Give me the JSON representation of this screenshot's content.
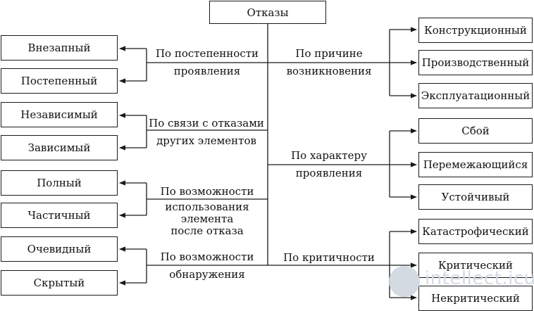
{
  "root": "Отказы",
  "left": {
    "groups": [
      {
        "label": [
          "По постепенности",
          "проявления"
        ],
        "items": [
          "Внезапный",
          "Постепенный"
        ]
      },
      {
        "label": [
          "По связи с отказами",
          "других элементов"
        ],
        "items": [
          "Независимый",
          "Зависимый"
        ]
      },
      {
        "label": [
          "По возможности",
          "использования",
          "элемента",
          "после отказа"
        ],
        "items": [
          "Полный",
          "Частичный"
        ]
      },
      {
        "label": [
          "По возможности",
          "обнаружения"
        ],
        "items": [
          "Очевидный",
          "Скрытый"
        ]
      }
    ]
  },
  "right": {
    "groups": [
      {
        "label": [
          "По причине",
          "возникновения"
        ],
        "items": [
          "Конструкционный",
          "Производственный",
          "Эксплуатационный"
        ]
      },
      {
        "label": [
          "По характеру",
          "проявления"
        ],
        "items": [
          "Сбой",
          "Перемежающийся",
          "Устойчивый"
        ]
      },
      {
        "label": [
          "По критичности"
        ],
        "items": [
          "Катастрофический",
          "Критический",
          "Некритический"
        ]
      }
    ]
  },
  "watermark": {
    "text": "intellect.icu"
  }
}
